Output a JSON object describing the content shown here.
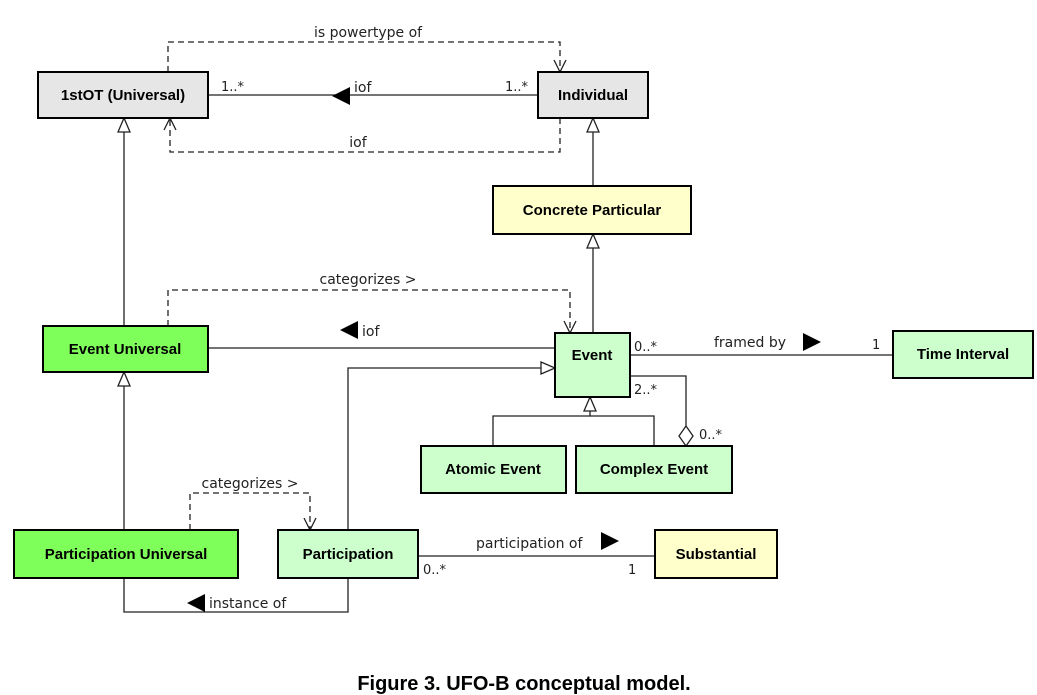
{
  "classes": {
    "first_ot": {
      "name": "1stOT (Universal)",
      "fill": "#e6e6e6"
    },
    "individual": {
      "name": "Individual",
      "fill": "#e6e6e6"
    },
    "concrete_particular": {
      "name": "Concrete Particular",
      "fill": "#ffffcc"
    },
    "event_universal": {
      "name": "Event Universal",
      "fill": "#7fff5a"
    },
    "event": {
      "name": "Event",
      "fill": "#ccffcc"
    },
    "time_interval": {
      "name": "Time Interval",
      "fill": "#ccffcc"
    },
    "atomic_event": {
      "name": "Atomic Event",
      "fill": "#ccffcc"
    },
    "complex_event": {
      "name": "Complex Event",
      "fill": "#ccffcc"
    },
    "participation_universal": {
      "name": "Participation Universal",
      "fill": "#7fff5a"
    },
    "participation": {
      "name": "Participation",
      "fill": "#ccffcc"
    },
    "substantial": {
      "name": "Substantial",
      "fill": "#ffffcc"
    }
  },
  "relations": {
    "is_powertype_of": "is powertype of",
    "iof_top": "iof",
    "iof_top_mult_left": "1..*",
    "iof_top_mult_right": "1..*",
    "iof_dashed": "iof",
    "categorizes_event": "categorizes >",
    "iof_event": "iof",
    "framed_by": "framed by",
    "framed_mult_left": "0..*",
    "framed_mult_right": "1",
    "composition_mult_event": "2..*",
    "composition_mult_complex": "0..*",
    "categorizes_participation": "categorizes >",
    "participation_of": "participation of",
    "participation_mult_left": "0..*",
    "participation_mult_right": "1",
    "instance_of": "instance of"
  },
  "caption": "Figure 3. UFO-B conceptual model."
}
